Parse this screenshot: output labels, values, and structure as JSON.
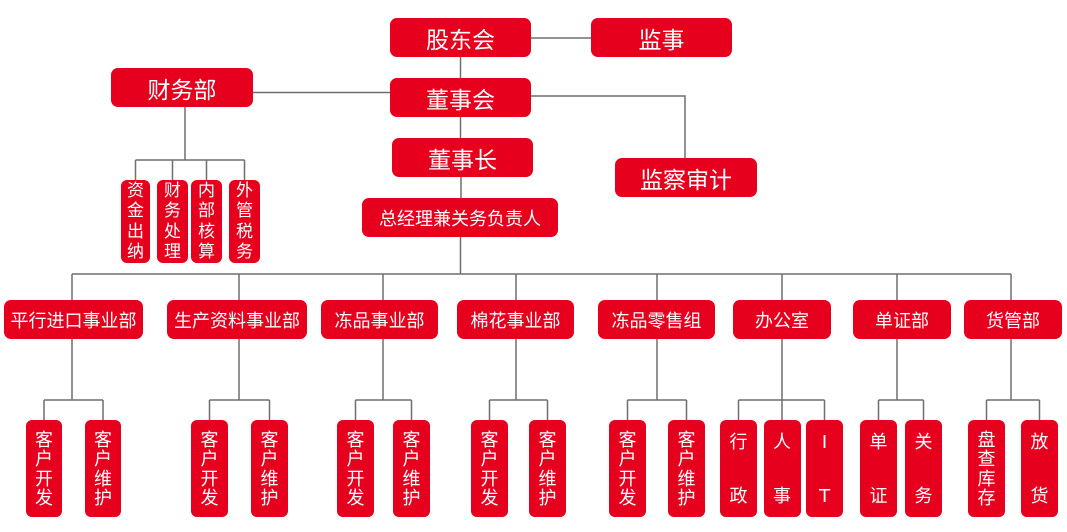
{
  "colors": {
    "box_fill": "#e6001e",
    "box_text": "#ffffff",
    "connector": "#6e6e6e",
    "background": "#ffffff"
  },
  "governance": {
    "shareholders_meeting": "股东会",
    "supervisor": "监事",
    "finance_department": "财务部",
    "board_of_directors": "董事会",
    "chairman": "董事长",
    "supervision_audit": "监察审计",
    "general_manager": "总经理兼关务负责人"
  },
  "finance_units": [
    "资金出纳",
    "财务处理",
    "内部核算",
    "外管税务"
  ],
  "departments": [
    {
      "name": "平行进口事业部",
      "units": [
        "客户开发",
        "客户维护"
      ]
    },
    {
      "name": "生产资料事业部",
      "units": [
        "客户开发",
        "客户维护"
      ]
    },
    {
      "name": "冻品事业部",
      "units": [
        "客户开发",
        "客户维护"
      ]
    },
    {
      "name": "棉花事业部",
      "units": [
        "客户开发",
        "客户维护"
      ]
    },
    {
      "name": "冻品零售组",
      "units": [
        "客户开发",
        "客户维护"
      ]
    },
    {
      "name": "办公室",
      "units": [
        "行政",
        "人事",
        "IT"
      ]
    },
    {
      "name": "单证部",
      "units": [
        "单证",
        "关务"
      ]
    },
    {
      "name": "货管部",
      "units": [
        "盘查库存",
        "放货"
      ]
    }
  ]
}
